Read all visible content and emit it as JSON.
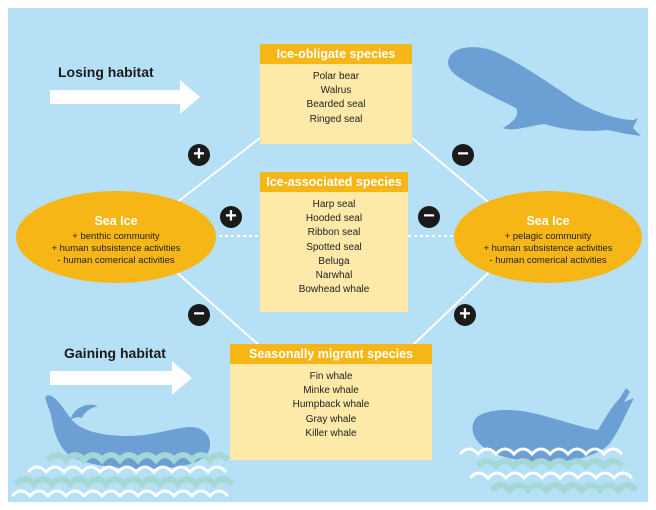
{
  "habitat_labels": {
    "losing": "Losing habitat",
    "gaining": "Gaining  habitat"
  },
  "boxes": {
    "obligate": {
      "title": "Ice-obligate species",
      "items": [
        "Polar bear",
        "Walrus",
        "Bearded seal",
        "Ringed seal"
      ]
    },
    "associated": {
      "title": "Ice-associated species",
      "items": [
        "Harp seal",
        "Hooded seal",
        "Ribbon seal",
        "Spotted seal",
        "Beluga",
        "Narwhal",
        "Bowhead whale"
      ]
    },
    "migrant": {
      "title": "Seasonally migrant species",
      "items": [
        "Fin whale",
        "Minke whale",
        "Humpback whale",
        "Gray whale",
        "Killer whale"
      ]
    }
  },
  "sea_ice": {
    "left": {
      "title": "Sea Ice",
      "lines": [
        "+ benthic community",
        "+ human subsistence activities",
        "- human comerical activities"
      ]
    },
    "right": {
      "title": "Sea Ice",
      "lines": [
        "+ pelagic community",
        "+ human subsistence activities",
        "- human comerical activities"
      ]
    }
  },
  "signs": {
    "upper_left": "+",
    "upper_right": "−",
    "mid_left": "+",
    "mid_right": "−",
    "lower_left": "−",
    "lower_right": "+"
  },
  "icons": [
    "arrow-icon",
    "seal-icon",
    "whale-icon",
    "wave-icon"
  ],
  "colors": {
    "background": "#b6e0f6",
    "box_fill": "#fde9a8",
    "header_fill": "#f6b616",
    "ellipse_fill": "#f6b616",
    "animal": "#6c9fd3",
    "wave_teal": "#a3d8d4",
    "sign": "#1a1a1a"
  }
}
